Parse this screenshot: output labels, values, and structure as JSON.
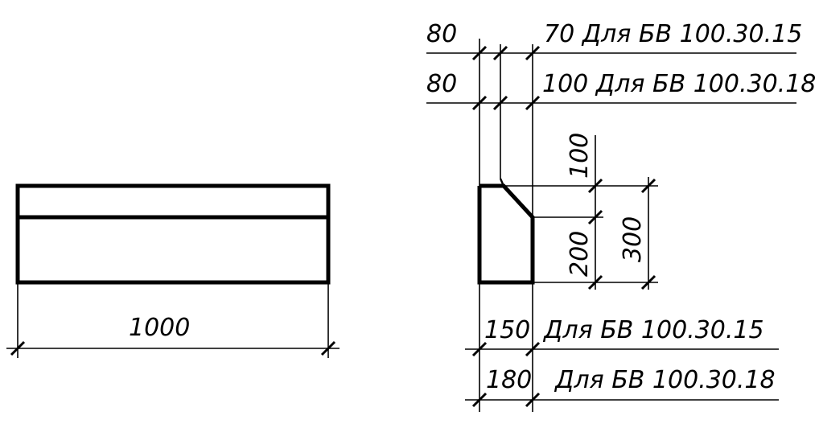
{
  "front_view": {
    "length_dim": "1000"
  },
  "side_view": {
    "top_dim_left": "80",
    "top_dim_row1": "70 Для БВ 100.30.15",
    "top_dim_row2_left": "80",
    "top_dim_row2": "100 Для БВ 100.30.18",
    "height_upper": "100",
    "height_lower": "200",
    "height_total": "300",
    "base_width_row1": "150",
    "base_label_row1": "Для БВ 100.30.15",
    "base_width_row2": "180",
    "base_label_row2": "Для БВ 100.30.18"
  }
}
